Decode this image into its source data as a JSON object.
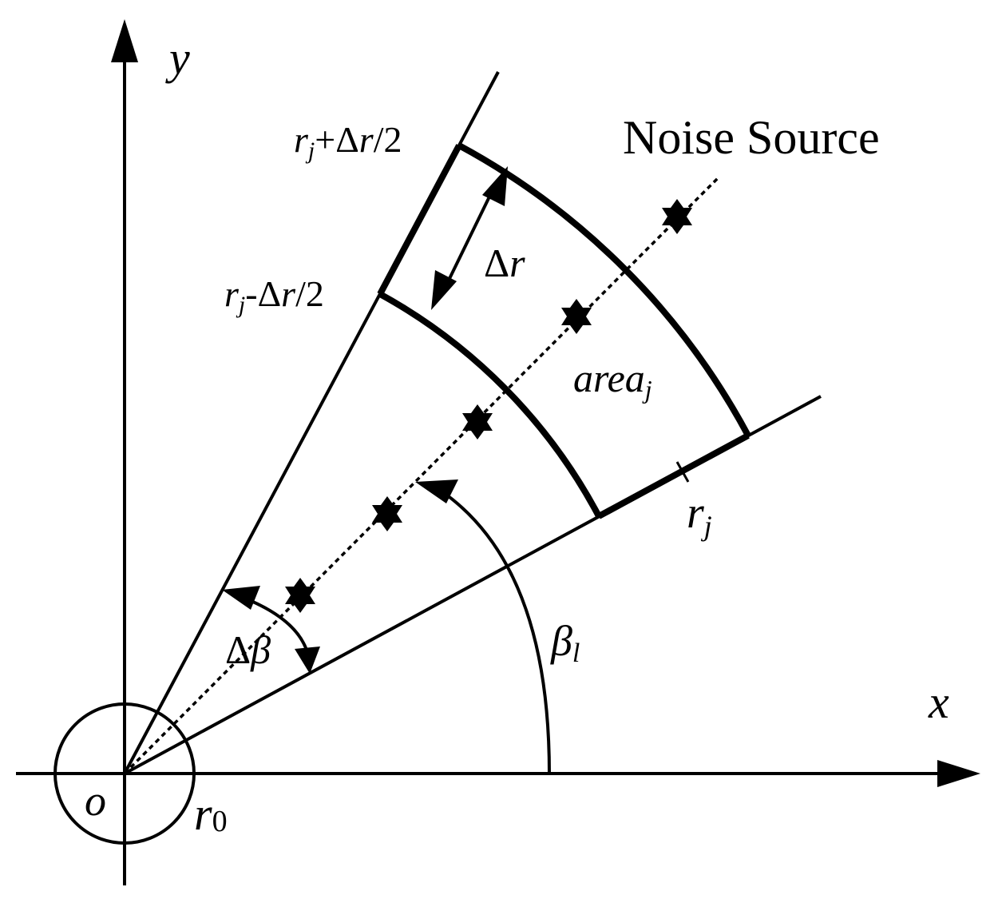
{
  "labels": {
    "y_axis": "y",
    "x_axis": "x",
    "origin": "o",
    "r0_main": "r",
    "r0_sub": "0",
    "outer_radius_r": "r",
    "outer_radius_sub": "j",
    "outer_radius_rest": "+Δ",
    "outer_radius_r2": "r",
    "outer_radius_tail": "/2",
    "inner_radius_r": "r",
    "inner_radius_sub": "j",
    "inner_radius_rest": "-Δ",
    "inner_radius_r2": "r",
    "inner_radius_tail": "/2",
    "delta_r_symbol": "Δ",
    "delta_r_var": "r",
    "noise_source": "Noise Source",
    "area_main": "area",
    "area_sub": "j",
    "rj_main": "r",
    "rj_sub": "j",
    "delta_beta_symbol": "Δ",
    "delta_beta_var": "β",
    "beta_main": "β",
    "beta_sub": "l"
  },
  "colors": {
    "ink": "#000000",
    "background": "#ffffff"
  },
  "marker_icon": "star-of-david-icon",
  "noise_source_count": 5
}
